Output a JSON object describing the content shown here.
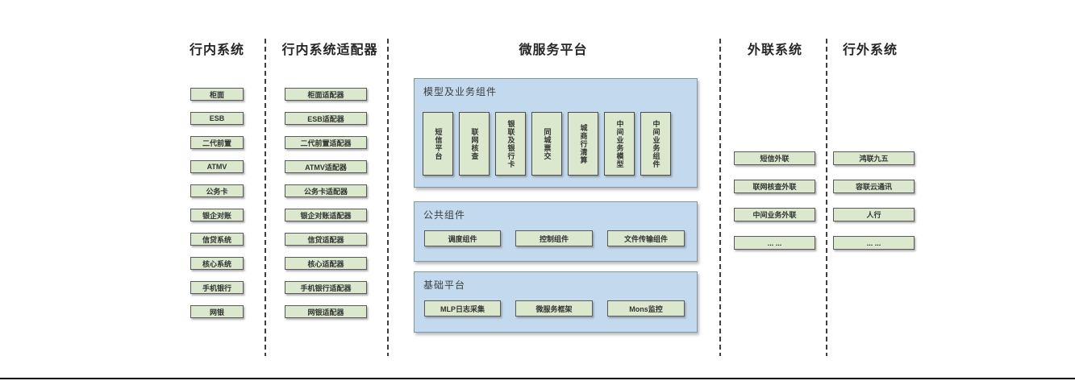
{
  "diagram": {
    "columns": [
      {
        "header": "行内系统",
        "items": [
          "柜面",
          "ESB",
          "二代前置",
          "ATMV",
          "公务卡",
          "银企对账",
          "信贷系统",
          "核心系统",
          "手机银行",
          "网银"
        ]
      },
      {
        "header": "行内系统适配器",
        "items": [
          "柜面适配器",
          "ESB适配器",
          "二代前置适配器",
          "ATMV适配器",
          "公务卡适配器",
          "银企对账适配器",
          "信贷适配器",
          "核心适配器",
          "手机银行适配器",
          "网银适配器"
        ]
      },
      {
        "header": "微服务平台",
        "sections": [
          {
            "label": "模型及业务组件",
            "items": [
              "短信平台",
              "联网核查",
              "银联及银行卡",
              "同城票交",
              "城商行清算",
              "中间业务模型",
              "中间业务组件"
            ]
          },
          {
            "label": "公共组件",
            "items": [
              "调度组件",
              "控制组件",
              "文件传输组件"
            ]
          },
          {
            "label": "基础平台",
            "items": [
              "MLP日志采集",
              "微服务框架",
              "Mons监控"
            ]
          }
        ]
      },
      {
        "header": "外联系统",
        "items": [
          "短信外联",
          "联网核查外联",
          "中间业务外联",
          "... ..."
        ]
      },
      {
        "header": "行外系统",
        "items": [
          "鸿联九五",
          "容联云通讯",
          "人行",
          "... ..."
        ]
      }
    ],
    "colors": {
      "item_fill": "#dbe8ce",
      "item_border": "#595959",
      "panel_fill": "#c3d9ee",
      "panel_border": "#8096a8",
      "divider": "#3f3f3f",
      "header_text": "#262626",
      "bottom_rule": "#000000"
    }
  }
}
